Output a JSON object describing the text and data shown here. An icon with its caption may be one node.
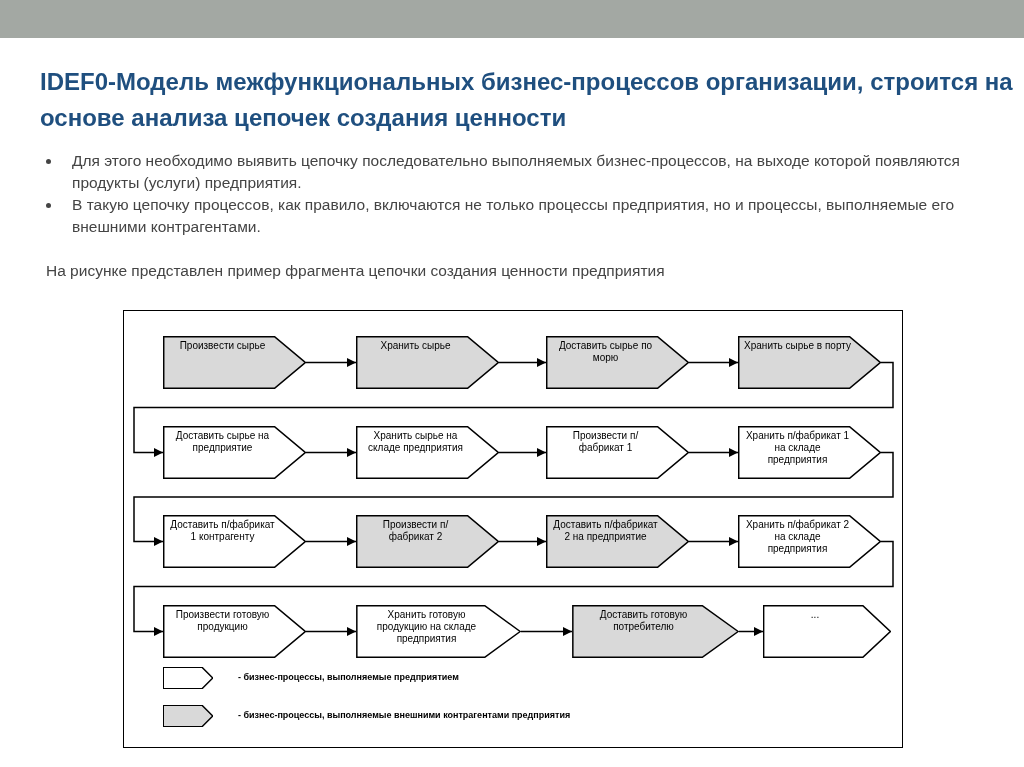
{
  "diagram": {
    "title": "IDEF0-Модель межфункциональных бизнес-процессов организации, строится на основе анализа цепочек создания ценности",
    "nodes": [
      {
        "text": [
          "Произвести сырье"
        ]
      },
      {
        "text": [
          "Хранить сырье"
        ]
      },
      {
        "text": [
          "Доставить сырье по морю"
        ]
      },
      {
        "text": [
          "Хранить сырье в порту"
        ]
      },
      {
        "text": [
          "Доставить сырье на предприятие"
        ]
      },
      {
        "text": [
          "Хранить сырье на складе предприятия"
        ]
      },
      {
        "text": [
          "Произвести п/фабрикат 1"
        ]
      },
      {
        "text": [
          "Хранить п/фабрикат 1 на складе предприятия"
        ]
      },
      {
        "text": [
          "Доставить п/фабрикат 1 контрагенту"
        ]
      },
      {
        "text": [
          "Произвести п/фабрикат 2"
        ]
      },
      {
        "text": [
          "Доставить п/фабрикат 2 на предприятие"
        ]
      },
      {
        "text": [
          "Хранить п/фабрикат 2 на складе предприятия"
        ]
      },
      {
        "text": [
          "Произвести готовую продукцию"
        ]
      },
      {
        "text": [
          "Хранить готовую продукцию на складе предприятия"
        ]
      },
      {
        "text": [
          "Доставить готовую потребителю"
        ]
      },
      {
        "text": [
          "..."
        ]
      }
    ],
    "edges": [
      {
        "from": 0,
        "to": 1,
        "arrow": "to"
      },
      {
        "from": 1,
        "to": 2,
        "arrow": "to"
      },
      {
        "from": 2,
        "to": 3,
        "arrow": "to"
      },
      {
        "from": 3,
        "to": 4,
        "arrow": "to"
      },
      {
        "from": 4,
        "to": 5,
        "arrow": "to"
      },
      {
        "from": 5,
        "to": 6,
        "arrow": "to"
      },
      {
        "from": 6,
        "to": 7,
        "arrow": "to"
      },
      {
        "from": 7,
        "to": 8,
        "arrow": "to"
      },
      {
        "from": 8,
        "to": 9,
        "arrow": "to"
      },
      {
        "from": 9,
        "to": 10,
        "arrow": "to"
      },
      {
        "from": 10,
        "to": 11,
        "arrow": "to"
      },
      {
        "from": 11,
        "to": 12,
        "arrow": "to"
      },
      {
        "from": 12,
        "to": 13,
        "arrow": "to"
      },
      {
        "from": 13,
        "to": 14,
        "arrow": "to"
      },
      {
        "from": 14,
        "to": 15,
        "arrow": "to"
      }
    ],
    "labels": [
      "Для этого необходимо выявить цепочку последовательно выполняемых бизнес-процессов, на выходе которой появляются продукты (услуги) предприятия.",
      "В такую цепочку процессов, как правило, включаются не только процессы предприятия, но и процессы, выполняемые его внешними контрагентами.",
      "На рисунке представлен пример фрагмента цепочки создания ценности предприятия"
    ],
    "legend": [
      {
        "text": "- бизнес-процессы, выполняемые предприятием",
        "color": "#ffffff"
      },
      {
        "text": "- бизнес-процессы, выполняемые внешними контрагентами предприятия",
        "color": "#d9d9d9"
      }
    ]
  }
}
